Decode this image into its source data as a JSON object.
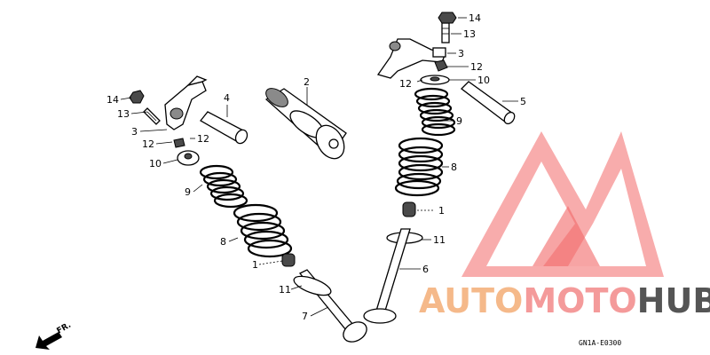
{
  "callouts": {
    "c14l": "14",
    "c13l": "13",
    "c3l": "3",
    "c12la": "12",
    "c12lb": "12",
    "c10l": "10",
    "c9l": "9",
    "c8l": "8",
    "c1l": "1",
    "c11l": "11",
    "c7l": "7",
    "c4": "4",
    "c2": "2",
    "c14r": "14",
    "c13r": "13",
    "c3r": "3",
    "c12ra": "12",
    "c12rb": "12",
    "c10r": "10",
    "c5": "5",
    "c9r": "9",
    "c8r": "8",
    "c1r": "1",
    "c11r": "11",
    "c6": "6"
  },
  "direction_label": "FR.",
  "diagram_code": "GN1A-E0300",
  "watermark": {
    "text_part1": "AUTO",
    "text_part2": "MOTO",
    "text_part3": "HUB",
    "color_auto": "#f5b98a",
    "color_moto": "#f49a9a",
    "color_hub": "#555555",
    "logo_color": "#f26060"
  }
}
